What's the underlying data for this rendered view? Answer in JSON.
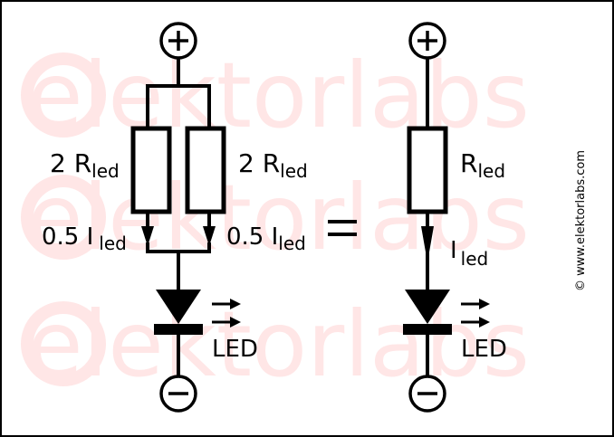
{
  "watermark": {
    "text": "elektorlabs"
  },
  "left_circuit": {
    "resistor_left": {
      "label_main": "2 R",
      "label_sub": "led"
    },
    "resistor_right": {
      "label_main": "2 R",
      "label_sub": "led"
    },
    "current_left": {
      "label_main": "0.5 I",
      "label_sub": "led"
    },
    "current_right": {
      "label_main": "0.5 I",
      "label_sub": "led"
    },
    "led_label": "LED"
  },
  "equals_sign": "=",
  "right_circuit": {
    "resistor": {
      "label_main": "R",
      "label_sub": "led"
    },
    "current": {
      "label_main": "I",
      "label_sub": "led"
    },
    "led_label": "LED"
  },
  "copyright": "© www.elektorlabs.com"
}
